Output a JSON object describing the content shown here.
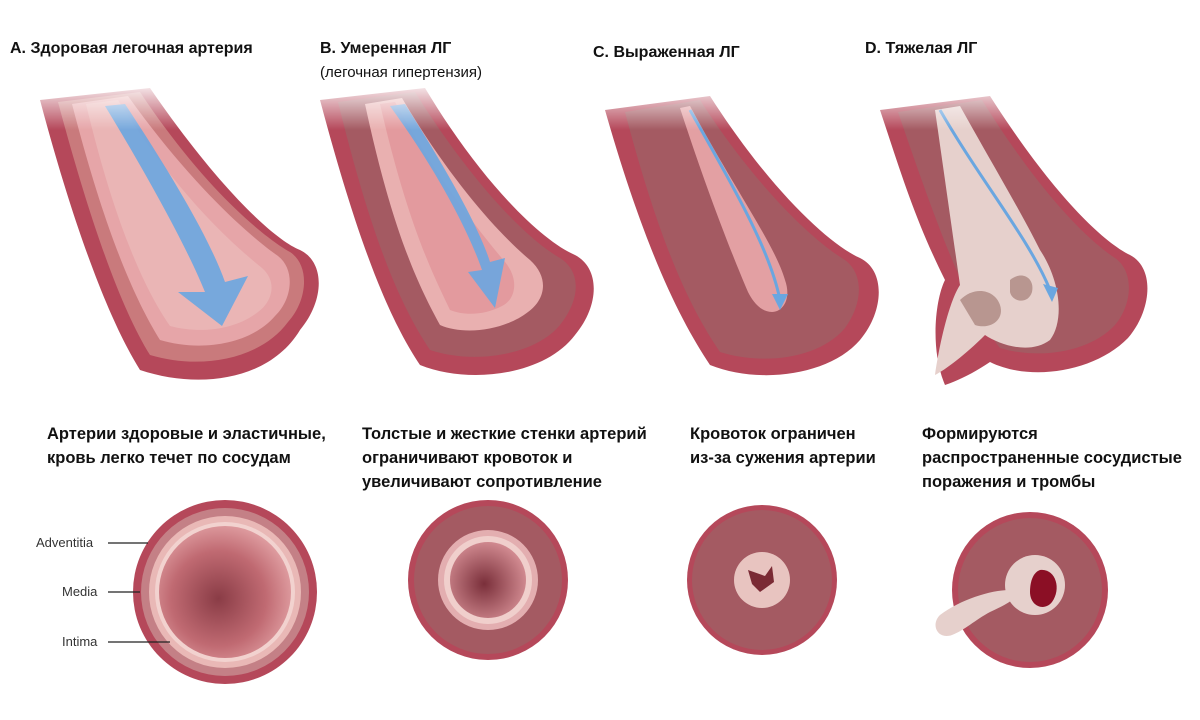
{
  "stages": [
    {
      "title": "A. Здоровая легочная артерия",
      "subtitle": ""
    },
    {
      "title": "B. Умеренная ЛГ",
      "subtitle": "(легочная гипертензия)"
    },
    {
      "title": "C. Выраженная ЛГ",
      "subtitle": ""
    },
    {
      "title": "D. Тяжелая ЛГ",
      "subtitle": ""
    }
  ],
  "captions": [
    {
      "lines": [
        "Артерии здоровые и эластичные,",
        "кровь легко течет по сосудам"
      ]
    },
    {
      "lines": [
        "Толстые и жесткие стенки артерий",
        "ограничивают кровоток и",
        "увеличивают сопротивление"
      ]
    },
    {
      "lines": [
        "Кровоток ограничен",
        "из-за сужения артерии"
      ]
    },
    {
      "lines": [
        "Формируются",
        "распространенные сосудистые",
        "поражения и тромбы"
      ]
    }
  ],
  "layers": {
    "adventitia": "Adventitia",
    "media": "Media",
    "intima": "Intima"
  },
  "colors": {
    "outer_wall": "#b5485a",
    "media": "#a8626a",
    "intima": "#e8b4b4",
    "lumen": "#e39a9e",
    "flow_arrow": "#6aa6e0",
    "lesion": "#e6d0cc",
    "thrombus": "#8b0f25"
  }
}
